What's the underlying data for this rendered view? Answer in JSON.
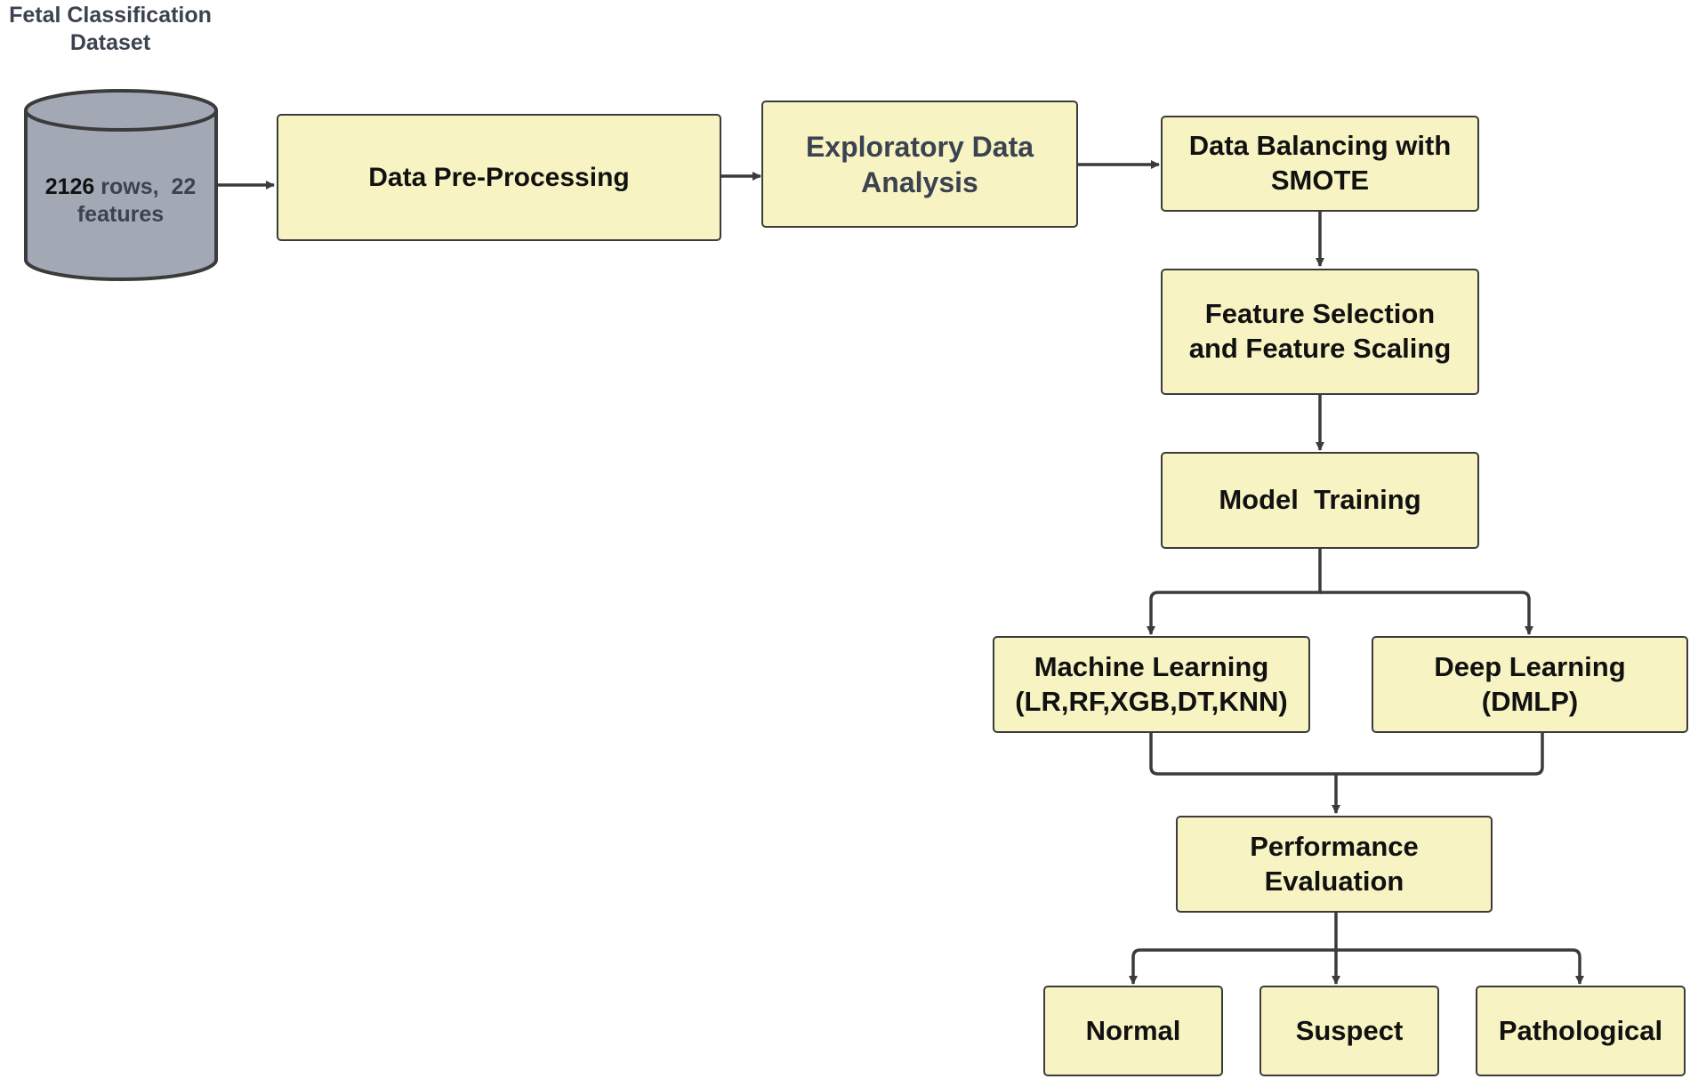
{
  "dataset": {
    "title_line1": "Fetal Classification",
    "title_line2": "Dataset",
    "rows_count": "2126",
    "rows_suffix": " rows,  22",
    "features": "features"
  },
  "nodes": {
    "preprocessing": "Data Pre-Processing",
    "eda_line1": "Exploratory Data",
    "eda_line2": "Analysis",
    "balancing_line1": "Data Balancing with",
    "balancing_line2": "SMOTE",
    "feature_line1": "Feature Selection",
    "feature_line2": "and Feature Scaling",
    "training": "Model  Training",
    "ml_line1": "Machine Learning",
    "ml_line2": "(LR,RF,XGB,DT,KNN)",
    "dl_line1": "Deep Learning",
    "dl_line2": "(DMLP)",
    "eval_line1": "Performance",
    "eval_line2": "Evaluation",
    "normal": "Normal",
    "suspect": "Suspect",
    "pathological": "Pathological"
  },
  "colors": {
    "box_fill": "#f8f3c2",
    "stroke": "#3b3b3b",
    "cylinder_fill": "#a3a9b4",
    "muted_text": "#3b4250"
  }
}
